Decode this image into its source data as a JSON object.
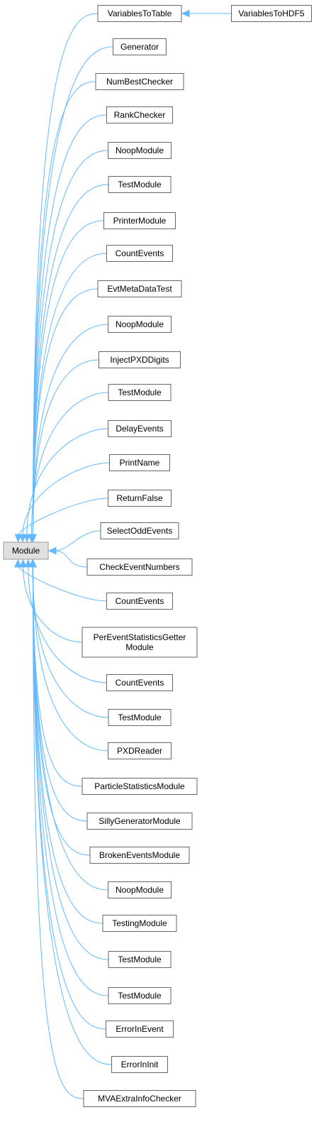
{
  "diagram": {
    "type": "class-inheritance-graph",
    "edge_color": "#63b8ff",
    "root_fill": "#e0e0e0",
    "node_fill": "#ffffff",
    "root": "Module",
    "children": [
      {
        "label": "VariablesToTable",
        "children": [
          "VariablesToHDF5"
        ]
      },
      {
        "label": "Generator"
      },
      {
        "label": "NumBestChecker"
      },
      {
        "label": "RankChecker"
      },
      {
        "label": "NoopModule"
      },
      {
        "label": "TestModule"
      },
      {
        "label": "PrinterModule"
      },
      {
        "label": "CountEvents"
      },
      {
        "label": "EvtMetaDataTest"
      },
      {
        "label": "NoopModule"
      },
      {
        "label": "InjectPXDDigits"
      },
      {
        "label": "TestModule"
      },
      {
        "label": "DelayEvents"
      },
      {
        "label": "PrintName"
      },
      {
        "label": "ReturnFalse"
      },
      {
        "label": "SelectOddEvents"
      },
      {
        "label": "CheckEventNumbers"
      },
      {
        "label": "CountEvents"
      },
      {
        "label": "PerEventStatisticsGetter\nModule"
      },
      {
        "label": "CountEvents"
      },
      {
        "label": "TestModule"
      },
      {
        "label": "PXDReader"
      },
      {
        "label": "ParticleStatisticsModule"
      },
      {
        "label": "SillyGeneratorModule"
      },
      {
        "label": "BrokenEventsModule"
      },
      {
        "label": "NoopModule"
      },
      {
        "label": "TestingModule"
      },
      {
        "label": "TestModule"
      },
      {
        "label": "TestModule"
      },
      {
        "label": "ErrorInEvent"
      },
      {
        "label": "ErrorInInit"
      },
      {
        "label": "MVAExtraInfoChecker"
      }
    ]
  }
}
